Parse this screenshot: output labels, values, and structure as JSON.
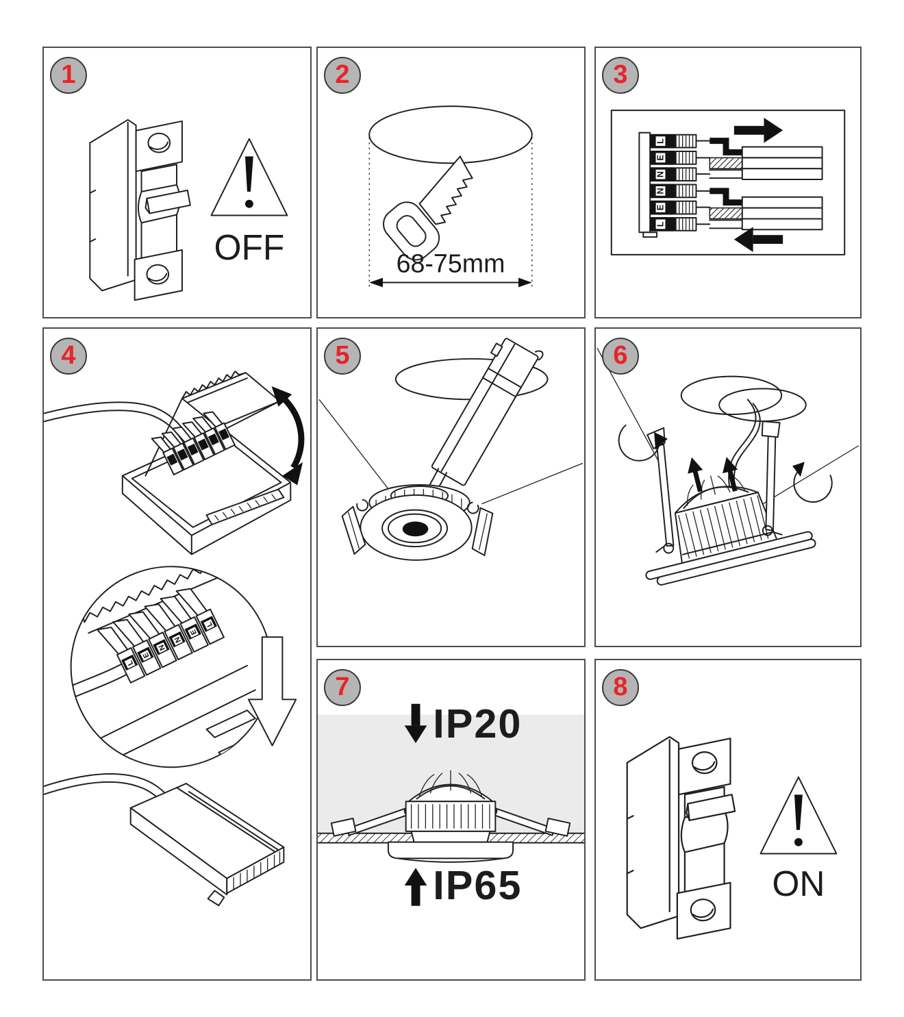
{
  "colors": {
    "line": "#231f20",
    "panel_border": "#4c4c4c",
    "badge_fill": "#b5b5b5",
    "badge_border": "#3a3a3a",
    "step_number_red": "#e8232a",
    "above_ceiling_band": "#ebebeb",
    "arrow_black": "#111111"
  },
  "panel1": {
    "number": "1",
    "power_label": "OFF"
  },
  "panel2": {
    "number": "2",
    "hole_diameter_label": "68-75mm"
  },
  "panel3": {
    "number": "3",
    "terminal_labels": [
      "L",
      "E",
      "N",
      "N",
      "E",
      "L"
    ]
  },
  "panel4": {
    "number": "4",
    "magnifier_terminal_labels": [
      "L",
      "E",
      "N",
      "N",
      "E",
      "L"
    ]
  },
  "panel5": {
    "number": "5"
  },
  "panel6": {
    "number": "6"
  },
  "panel7": {
    "number": "7",
    "rating_above_ceiling": "IP20",
    "rating_below_ceiling": "IP65"
  },
  "panel8": {
    "number": "8",
    "power_label": "ON"
  }
}
